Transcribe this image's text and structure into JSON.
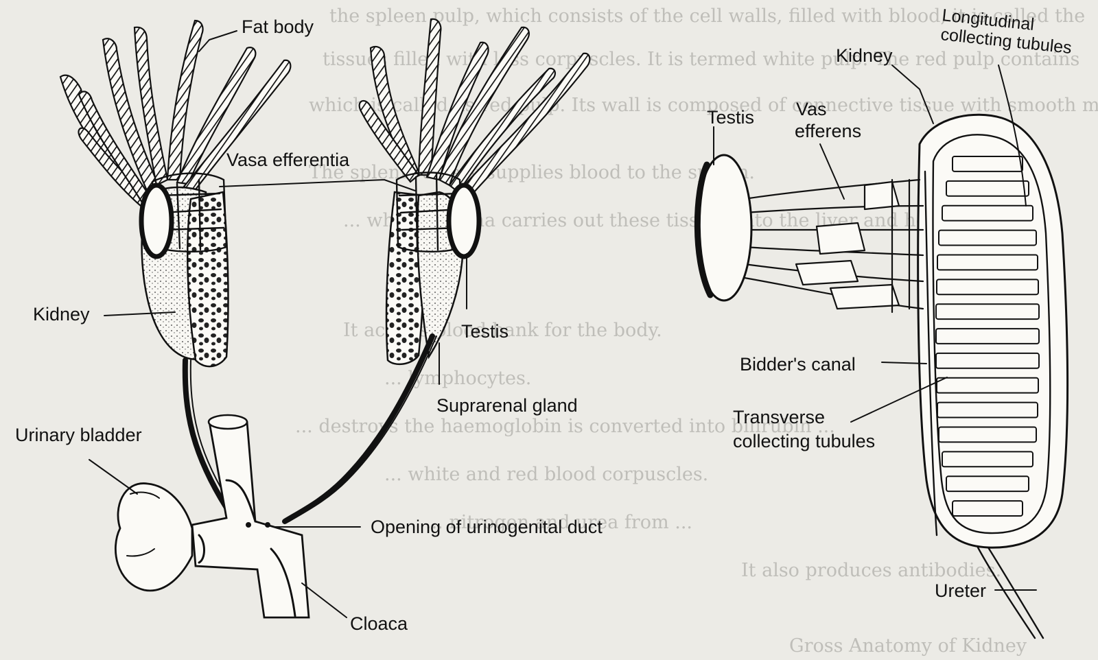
{
  "labels": {
    "fat_body": "Fat body",
    "vasa_efferentia": "Vasa efferentia",
    "kidney_left": "Kidney",
    "testis_middle": "Testis",
    "suprarenal_gland": "Suprarenal gland",
    "urinary_bladder": "Urinary bladder",
    "opening_ug_duct": "Opening of urinogenital duct",
    "cloaca": "Cloaca",
    "longitudinal_1": "Longitudinal",
    "longitudinal_2": "collecting tubules",
    "kidney_right": "Kidney",
    "testis_right": "Testis",
    "vas_1": "Vas",
    "vas_2": "efferens",
    "bidders_canal": "Bidder's canal",
    "transverse_1": "Transverse",
    "transverse_2": "collecting tubules",
    "ureter": "Ureter"
  },
  "bleed_through_text": [
    "the spleen pulp, which consists of the cell walls, filled with blood, it is called the",
    "tissues filled with less corpuscles. It is termed white pulp. The red pulp contains",
    "which is called as red pulp. Its wall is composed of connective tissue with smooth muscles",
    "The splenic artery supplies blood to the spleen.",
    "... which plasma carries out these tissues into the liver and heart...",
    "It acts as blood bank for the body.",
    "... lymphocytes.",
    "... destroys the haemoglobin is converted into bilirubin ...",
    "... white and red blood corpuscles.",
    "... nitrogen and urea from ...",
    "It also produces antibodies.",
    "Gross Anatomy of Kidney"
  ]
}
